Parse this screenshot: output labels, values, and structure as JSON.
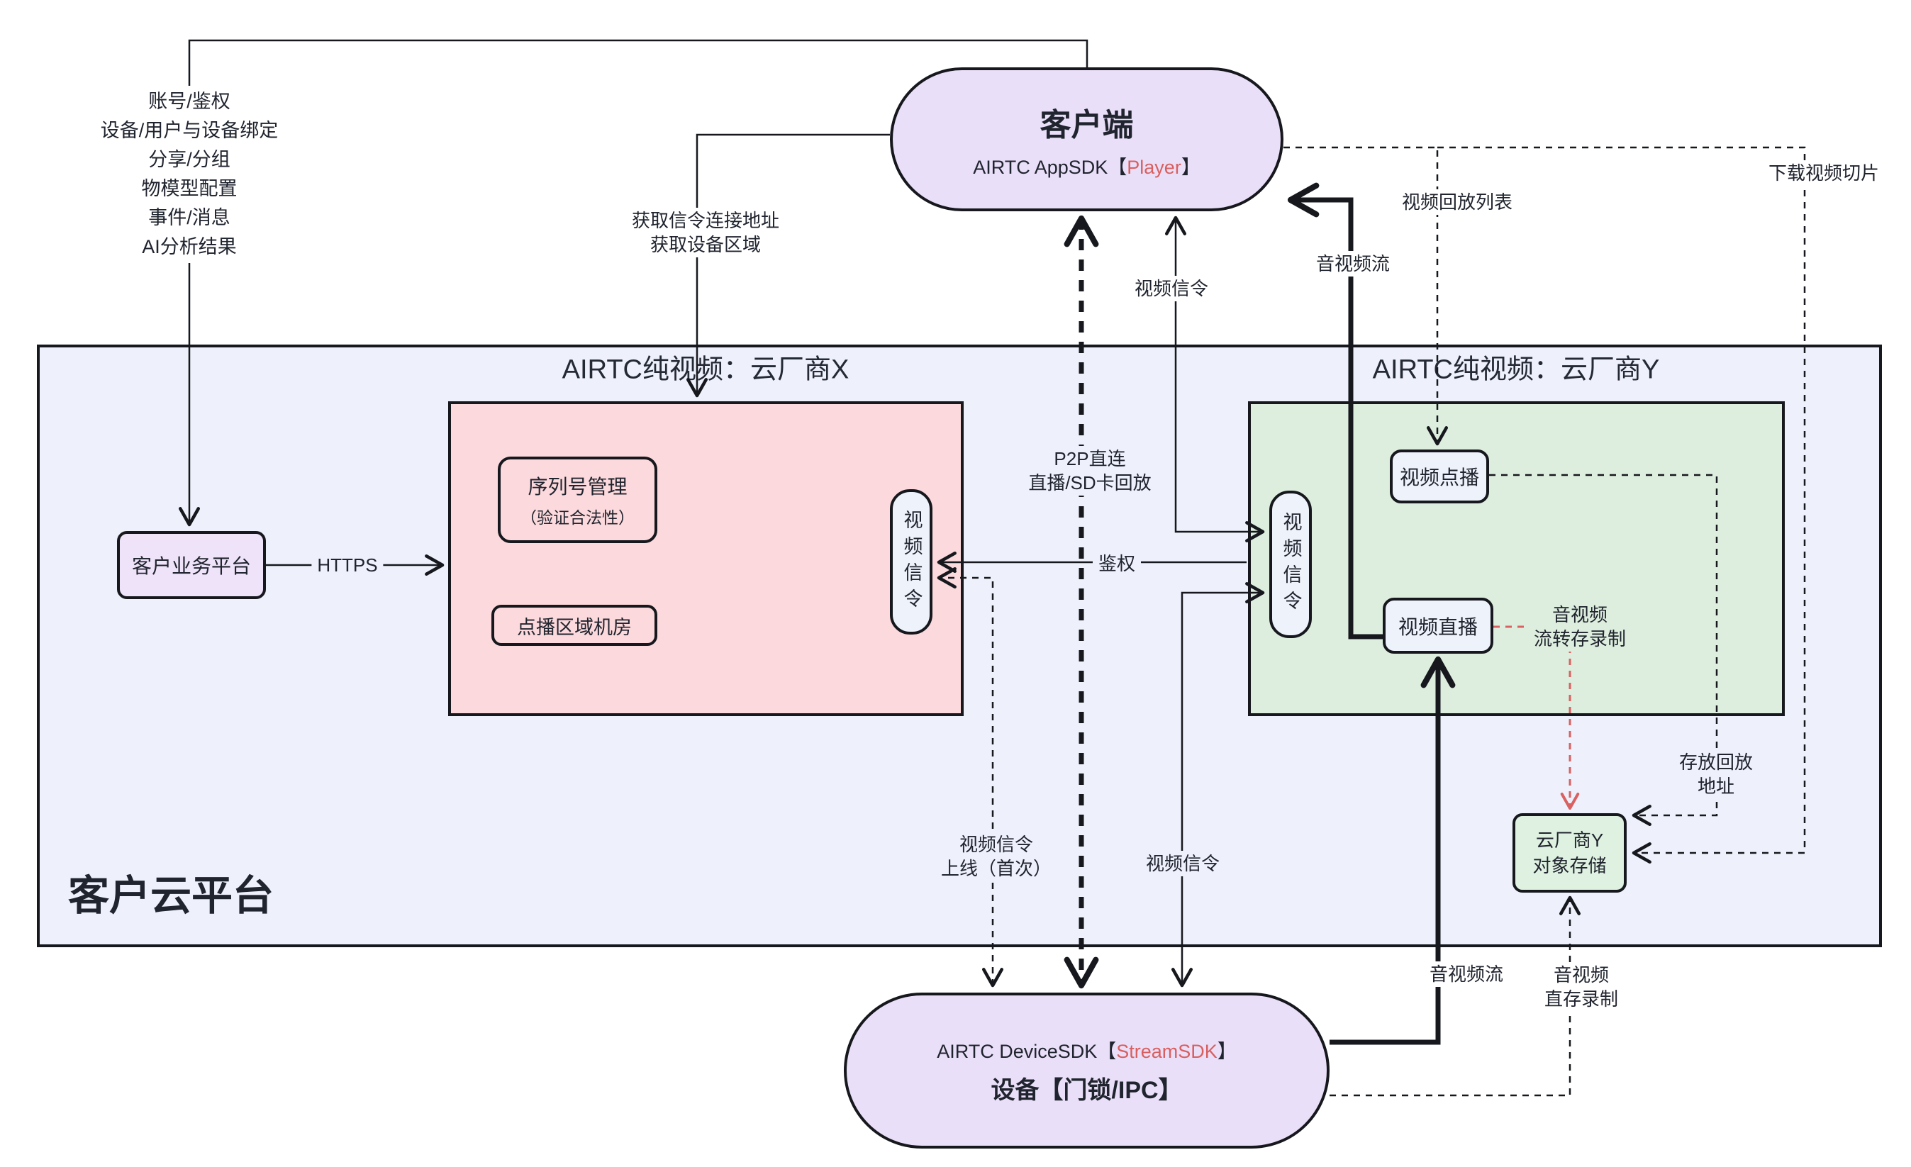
{
  "titles": {
    "platform": "客户云平台",
    "vendor_x": "AIRTC纯视频：云厂商X",
    "vendor_y": "AIRTC纯视频：云厂商Y"
  },
  "client": {
    "title": "客户端",
    "subtitle_prefix": "AIRTC AppSDK【",
    "subtitle_accent": "Player",
    "subtitle_suffix": "】"
  },
  "device": {
    "line1_prefix": "AIRTC DeviceSDK【",
    "line1_accent": "StreamSDK",
    "line1_suffix": "】",
    "line2": "设备【门锁/IPC】"
  },
  "left_list": [
    "账号/鉴权",
    "设备/用户与设备绑定",
    "分享/分组",
    "物模型配置",
    "事件/消息",
    "AI分析结果"
  ],
  "nodes": {
    "biz_platform": "客户业务平台",
    "serial_mgmt": "序列号管理",
    "serial_sub": "（验证合法性）",
    "vod_room": "点播区域机房",
    "signal_x": "视频信令",
    "signal_y": "视频信令",
    "vod": "视频点播",
    "live": "视频直播",
    "storage_line1": "云厂商Y",
    "storage_line2": "对象存储"
  },
  "edge_labels": {
    "get_addr_line1": "获取信令连接地址",
    "get_addr_line2": "获取设备区域",
    "https": "HTTPS",
    "auth": "鉴权",
    "p2p_line1": "P2P直连",
    "p2p_line2": "直播/SD卡回放",
    "signal_top": "视频信令",
    "av_stream_top": "音视频流",
    "playback_list": "视频回放列表",
    "download_clip": "下载视频切片",
    "online_line1": "视频信令",
    "online_line2": "上线（首次）",
    "signal_bottom": "视频信令",
    "av_stream_bottom": "音视频流",
    "direct_record_line1": "音视频",
    "direct_record_line2": "直存录制",
    "store_addr_line1": "存放回放",
    "store_addr_line2": "地址",
    "transfer_record_line1": "音视频",
    "transfer_record_line2": "流转存录制"
  },
  "colors": {
    "line": "#16181d",
    "accent_red": "#d95f5f",
    "region_fill": "#eef1fb",
    "vendor_x_fill": "#fbd9dc",
    "vendor_y_fill": "#ddeede",
    "node_purple": "#eadff8",
    "node_blue": "#eef2fb",
    "storage_green": "#dff2e1"
  }
}
